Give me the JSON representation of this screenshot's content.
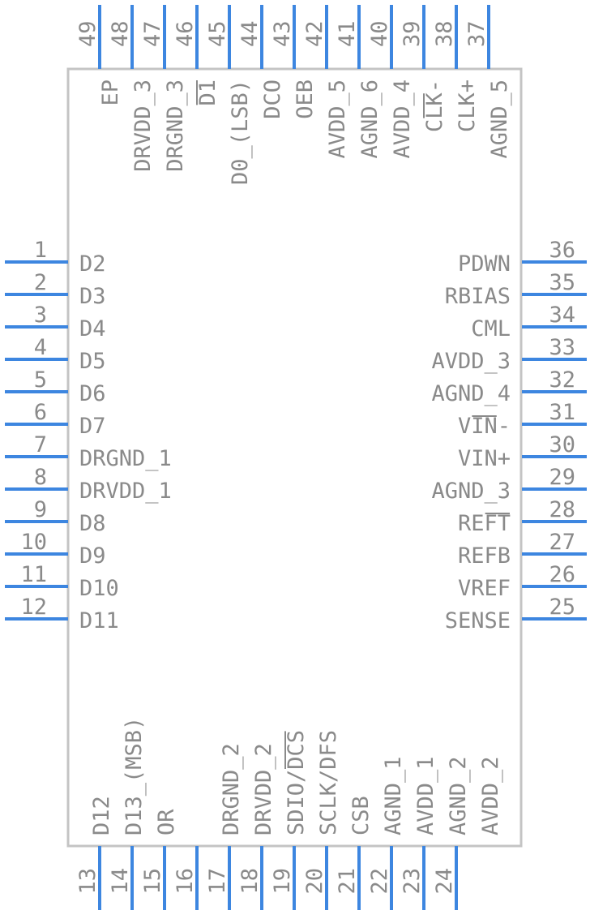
{
  "component": {
    "body_color": "#c4c4c4",
    "pin_color": "#3d86e0",
    "text_color": "#8a8a8a"
  },
  "pins": {
    "left": [
      {
        "num": "1",
        "label": "D2"
      },
      {
        "num": "2",
        "label": "D3"
      },
      {
        "num": "3",
        "label": "D4"
      },
      {
        "num": "4",
        "label": "D5"
      },
      {
        "num": "5",
        "label": "D6"
      },
      {
        "num": "6",
        "label": "D7"
      },
      {
        "num": "7",
        "label": "DRGND_1"
      },
      {
        "num": "8",
        "label": "DRVDD_1"
      },
      {
        "num": "9",
        "label": "D8"
      },
      {
        "num": "10",
        "label": "D9"
      },
      {
        "num": "11",
        "label": "D10"
      },
      {
        "num": "12",
        "label": "D11"
      }
    ],
    "right": [
      {
        "num": "36",
        "label": "PDWN"
      },
      {
        "num": "35",
        "label": "RBIAS"
      },
      {
        "num": "34",
        "label": "CML"
      },
      {
        "num": "33",
        "label": "AVDD_3"
      },
      {
        "num": "32",
        "label": "AGND_4"
      },
      {
        "num": "31",
        "label": "VIN-",
        "overbar": "IN"
      },
      {
        "num": "30",
        "label": "VIN+"
      },
      {
        "num": "29",
        "label": "AGND_3"
      },
      {
        "num": "28",
        "label": "REFT",
        "overbar": "FT"
      },
      {
        "num": "27",
        "label": "REFB"
      },
      {
        "num": "26",
        "label": "VREF"
      },
      {
        "num": "25",
        "label": "SENSE"
      }
    ],
    "bottom": [
      {
        "num": "13",
        "label": "D12"
      },
      {
        "num": "14",
        "label": "D13_(MSB)"
      },
      {
        "num": "15",
        "label": "OR"
      },
      {
        "num": "16",
        "label": ""
      },
      {
        "num": "17",
        "label": "DRGND_2"
      },
      {
        "num": "18",
        "label": "DRVDD_2"
      },
      {
        "num": "19",
        "label": "SDIO/DCS",
        "overbar": "DCS"
      },
      {
        "num": "20",
        "label": "SCLK/DFS"
      },
      {
        "num": "21",
        "label": "CSB"
      },
      {
        "num": "22",
        "label": "AGND_1"
      },
      {
        "num": "23",
        "label": "AVDD_1"
      },
      {
        "num": "24",
        "label": "AGND_2"
      },
      {
        "num": "",
        "label": "AVDD_2"
      }
    ],
    "top": [
      {
        "num": "49",
        "label": ""
      },
      {
        "num": "48",
        "label": "EP"
      },
      {
        "num": "47",
        "label": "DRVDD_3"
      },
      {
        "num": "46",
        "label": "DRGND_3"
      },
      {
        "num": "45",
        "label": "D1",
        "overbar": "D1"
      },
      {
        "num": "44",
        "label": "D0_(LSB)"
      },
      {
        "num": "43",
        "label": "DCO"
      },
      {
        "num": "42",
        "label": "OEB"
      },
      {
        "num": "41",
        "label": "AVDD_5"
      },
      {
        "num": "40",
        "label": "AGND_6"
      },
      {
        "num": "39",
        "label": "AVDD_4"
      },
      {
        "num": "38",
        "label": "CLK-",
        "overbar": "LK"
      },
      {
        "num": "37",
        "label": "CLK+"
      },
      {
        "num": "",
        "label": "AGND_5"
      }
    ]
  }
}
